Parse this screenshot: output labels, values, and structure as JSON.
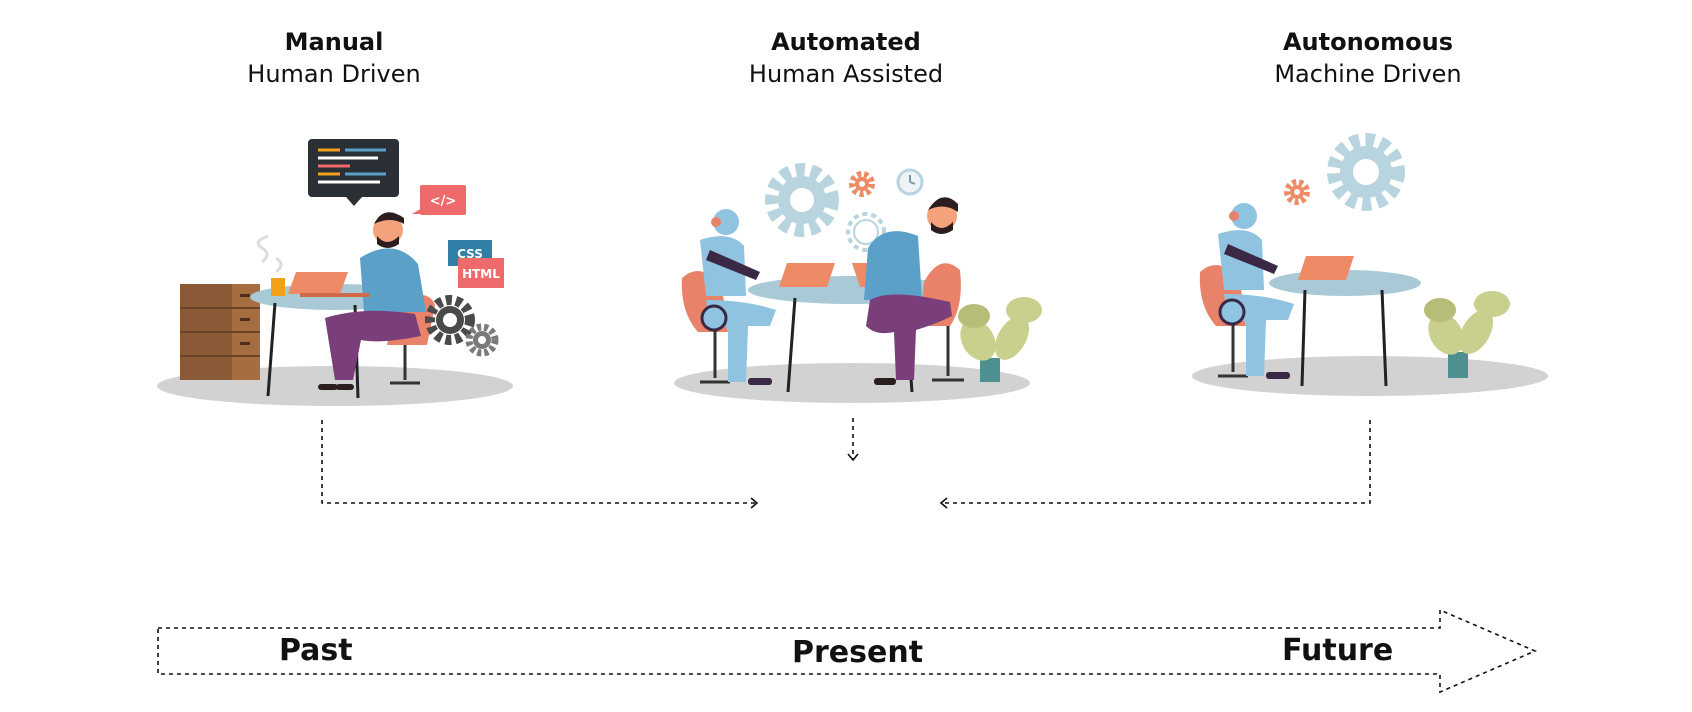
{
  "columns": [
    {
      "title": "Manual",
      "subtitle": "Human Driven",
      "illustration": "developer-at-desk"
    },
    {
      "title": "Automated",
      "subtitle": "Human Assisted",
      "illustration": "robot-and-human-at-table"
    },
    {
      "title": "Autonomous",
      "subtitle": "Machine Driven",
      "illustration": "robot-at-table"
    }
  ],
  "badges": {
    "code_tag": "</>",
    "css": "CSS",
    "html": "HTML"
  },
  "timeline": {
    "labels": [
      "Past",
      "Present",
      "Future"
    ]
  },
  "colors": {
    "skin": "#f4a27c",
    "shirt": "#5aa0c9",
    "pants": "#7a3f7a",
    "chair": "#e8836a",
    "table_top": "#a9c9d6",
    "shadow": "#d2d2d2",
    "laptop": "#ef8a66",
    "gear_light": "#b8d4de",
    "gear_orange": "#ef8a66",
    "gear_dark": "#4a4a4a",
    "drawer": "#8a5a36",
    "plant": "#c9cf8d",
    "robot": "#8fc3e0",
    "robot_dark": "#3a2845",
    "code_bubble": "#2b2f36",
    "css_badge": "#2f7fa6",
    "html_badge": "#ef6b6b"
  }
}
